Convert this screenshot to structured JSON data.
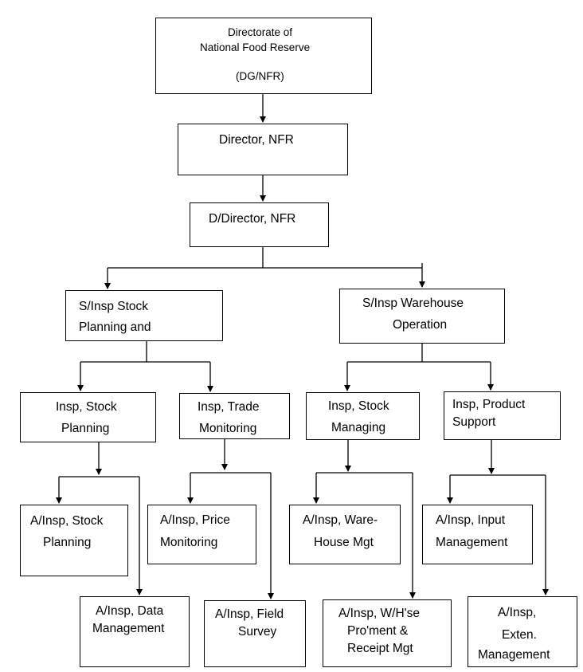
{
  "root": {
    "line1": "Directorate of",
    "line2": "National Food Reserve",
    "line3": "(DG/NFR)"
  },
  "director": {
    "label": "Director, NFR"
  },
  "deputy_director": {
    "label": "D/Director, NFR"
  },
  "senior_left": {
    "line1": "S/Insp Stock",
    "line2": "Planning and"
  },
  "senior_right": {
    "line1": "S/Insp Warehouse",
    "line2": "Operation"
  },
  "insp_stock_planning": {
    "line1": "Insp, Stock",
    "line2": "Planning"
  },
  "insp_trade_monitoring": {
    "line1": "Insp, Trade",
    "line2": "Monitoring"
  },
  "insp_stock_managing": {
    "line1": "Insp, Stock",
    "line2": "Managing"
  },
  "insp_product_support": {
    "line1": "Insp, Product",
    "line2": "Support"
  },
  "a_insp_stock_planning": {
    "line1": "A/Insp, Stock",
    "line2": "Planning"
  },
  "a_insp_price_monitoring": {
    "line1": "A/Insp, Price",
    "line2": "Monitoring"
  },
  "a_insp_warehouse_mgt": {
    "line1": "A/Insp, Ware-",
    "line2": "House Mgt"
  },
  "a_insp_input_management": {
    "line1": "A/Insp, Input",
    "line2": "Management"
  },
  "a_insp_data_management": {
    "line1": "A/Insp, Data",
    "line2": "Management"
  },
  "a_insp_field_survey": {
    "line1": "A/Insp, Field",
    "line2": "Survey"
  },
  "a_insp_whse_proment": {
    "line1": "A/Insp, W/H'se",
    "line2": "Pro'ment &",
    "line3": "Receipt Mgt"
  },
  "a_insp_exten_management": {
    "line1": "A/Insp,",
    "line2": "Exten.",
    "line3": "Management"
  }
}
